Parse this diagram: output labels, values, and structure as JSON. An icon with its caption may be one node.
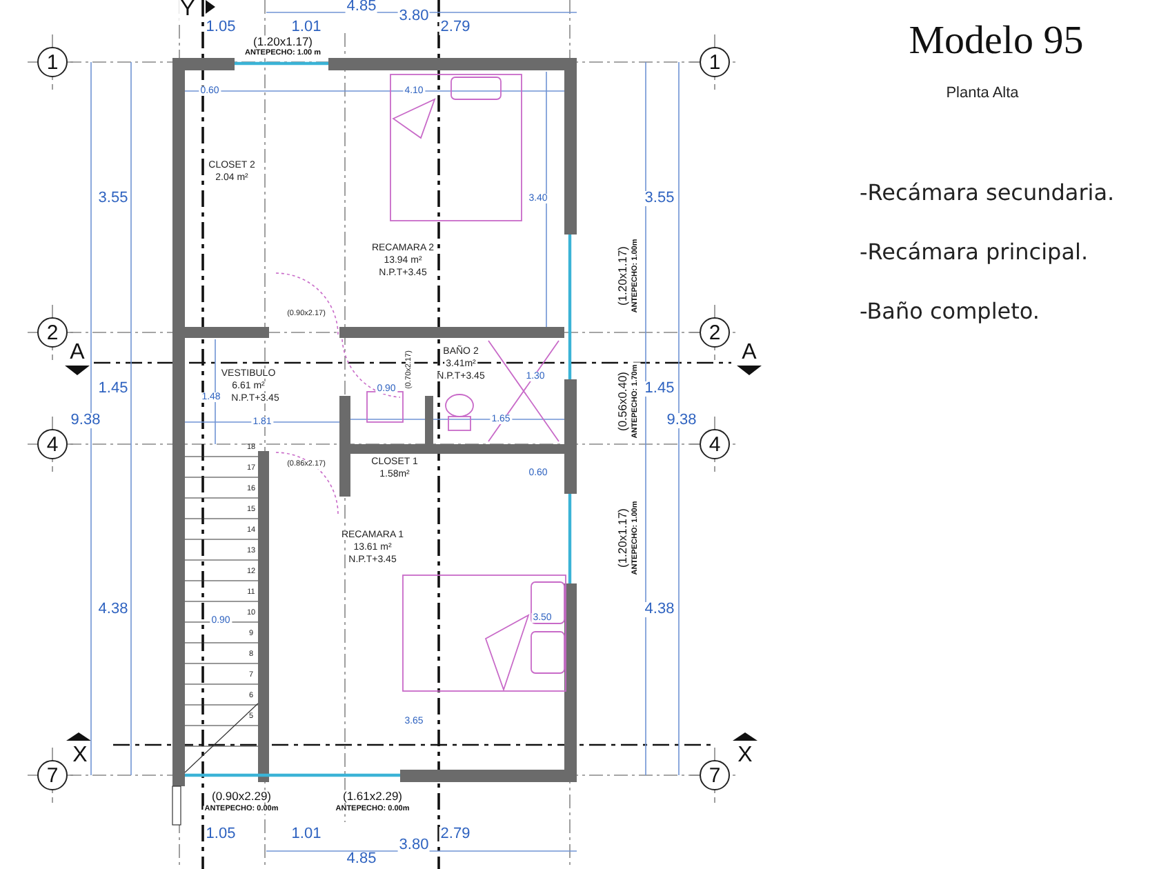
{
  "diagram": {
    "title": "Modelo 95",
    "nodes": [
      {
        "text": [
          "1"
        ]
      },
      {
        "text": [
          "1"
        ]
      },
      {
        "text": [
          "2"
        ]
      },
      {
        "text": [
          "2"
        ]
      },
      {
        "text": [
          "4"
        ]
      },
      {
        "text": [
          "4"
        ]
      },
      {
        "text": [
          "7"
        ]
      },
      {
        "text": [
          "7"
        ]
      }
    ],
    "edges": [
      {
        "from": 0,
        "to": 1,
        "arrow": "none",
        "style": "dashed"
      },
      {
        "from": 2,
        "to": 3,
        "arrow": "none",
        "style": "dashed"
      },
      {
        "from": 4,
        "to": 5,
        "arrow": "none",
        "style": "dashed"
      },
      {
        "from": 6,
        "to": 7,
        "arrow": "none",
        "style": "dashed"
      }
    ],
    "labels": [
      "Y",
      "4.85",
      "3.80",
      "1.05",
      "1.01",
      "2.79",
      "(1.20x1.17)",
      "ANTEPECHO: 1.00 m",
      "0.60",
      "4.10",
      "CLOSET 2",
      "2.04 m²",
      "3.55",
      "3.40",
      "3.55",
      "RECAMARA 2",
      "13.94 m²",
      "N.P.T+3.45",
      "(1.20x1.17)",
      "ANTEPECHO: 1.00m",
      "(0.90x2.17)",
      "A",
      "A",
      "BAÑO 2",
      "VESTIBULO",
      "3.41m²",
      "(0.70x2.17)",
      "6.61 m²",
      "N.P.T+3.45",
      "0.90",
      "1.30",
      "1.45",
      "1.48",
      "N.P.T+3.45",
      "(0.56x0.40)",
      "ANTEPECHO: 1.70m",
      "1.45",
      "9.38",
      "9.38",
      "1.81",
      "1.65",
      "18",
      "17",
      "16",
      "15",
      "14",
      "13",
      "12",
      "11",
      "10",
      "9",
      "8",
      "7",
      "6",
      "5",
      "(0.86x2.17)",
      "CLOSET 1",
      "1.58m²",
      "0.60",
      "RECAMARA 1",
      "13.61 m²",
      "N.P.T+3.45",
      "(1.20x1.17)",
      "ANTEPECHO: 1.00m",
      "4.38",
      "4.38",
      "0.90",
      "3.50",
      "3.65",
      "X",
      "X",
      "(0.90x2.29)",
      "ANTEPECHO: 0.00m",
      "(1.61x2.29)",
      "ANTEPECHO: 0.00m",
      "1.05",
      "1.01",
      "2.79",
      "3.80",
      "4.85",
      "Planta Alta",
      "-Recámara secundaria.",
      "-Recámara principal.",
      "-Baño completo."
    ]
  }
}
